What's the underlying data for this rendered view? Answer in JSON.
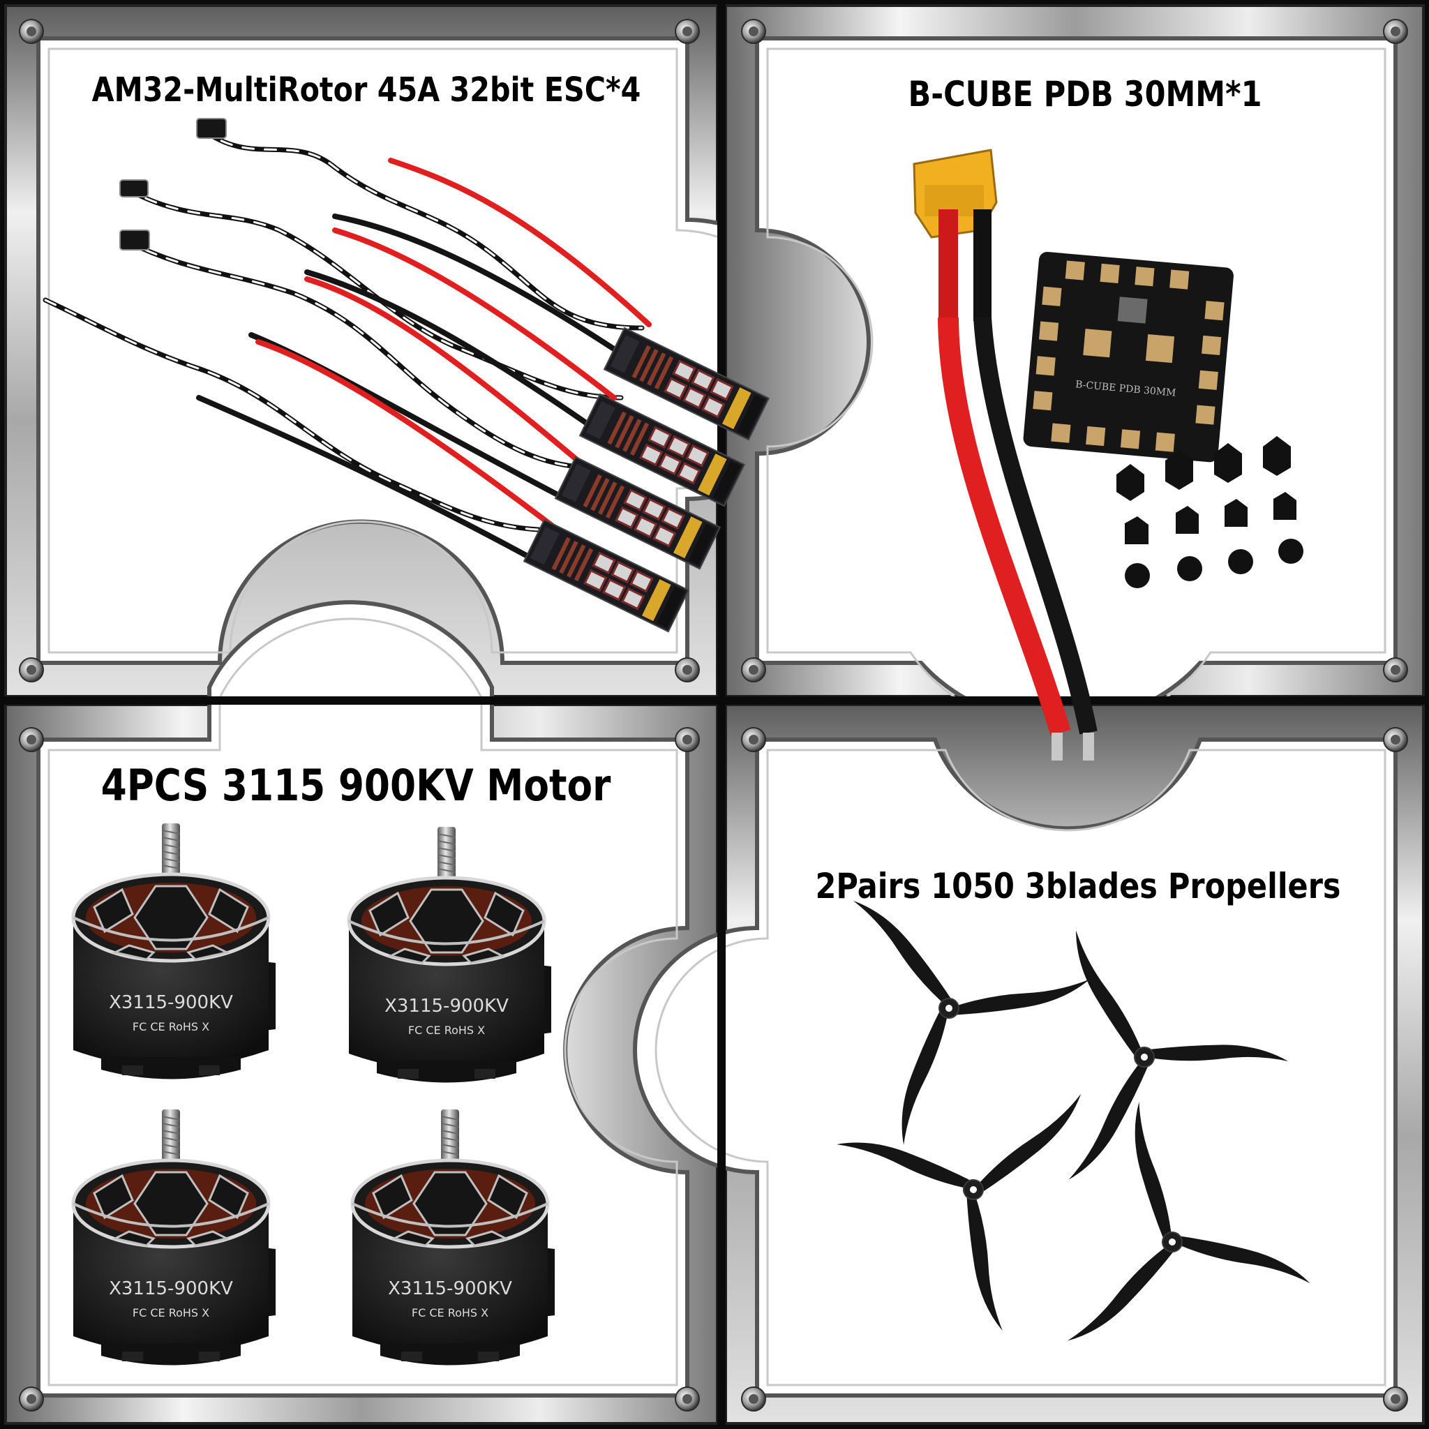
{
  "panels": {
    "esc": {
      "title": "AM32-MultiRotor 45A 32bit ESC*4"
    },
    "pdb": {
      "title": "B-CUBE PDB 30MM*1",
      "board_print": "B-CUBE PDB 30MM"
    },
    "motors": {
      "title": "4PCS 3115 900KV Motor",
      "model_print": "X3115-900KV",
      "cert_print": "FC CE RoHS X"
    },
    "props": {
      "title": "2Pairs 1050 3blades Propellers"
    }
  },
  "colors": {
    "frame_dark": "#0a0a0a",
    "metal_light": "#f2f2f2",
    "metal_mid": "#9a9a9a",
    "panel_bg": "#ffffff",
    "wire_red": "#e02020",
    "wire_black": "#141414",
    "connector_yellow": "#f0b020"
  }
}
